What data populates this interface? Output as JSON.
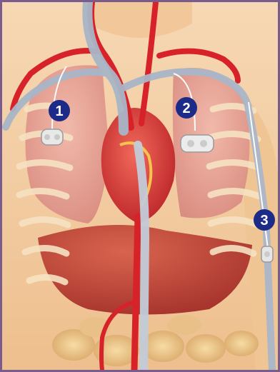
{
  "markers": [
    {
      "number": "1",
      "site": "port-left-chest"
    },
    {
      "number": "2",
      "site": "port-right-chest"
    },
    {
      "number": "3",
      "site": "port-arm"
    }
  ],
  "colors": {
    "frame": "#7a5c8c",
    "skin": "#f4d2a8",
    "lung": "#e8a79a",
    "artery": "#d8222a",
    "vein": "#a9b6c8",
    "marker_fill": "#1c2a88",
    "marker_text": "#ffffff"
  }
}
